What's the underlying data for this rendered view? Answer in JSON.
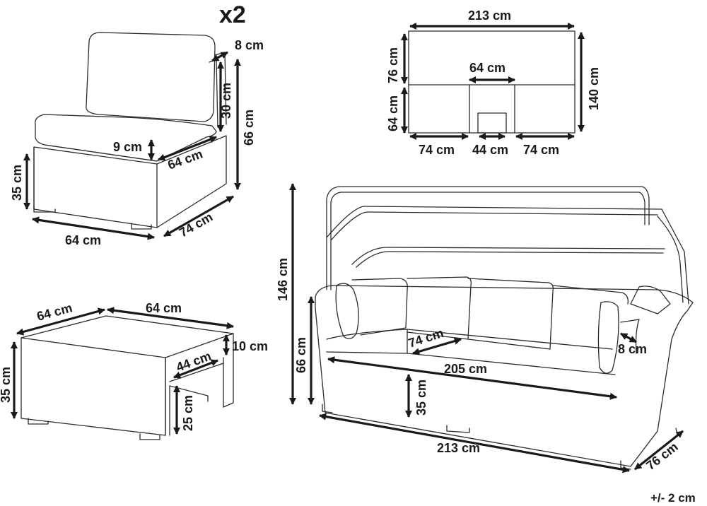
{
  "colors": {
    "line": "#2b2b2b",
    "dimension": "#1a1a1a",
    "background": "#ffffff"
  },
  "quantity_label": "x2",
  "tolerance": "+/- 2 cm",
  "chair": {
    "cushion_thickness": "8 cm",
    "backrest_height": "30 cm",
    "total_height": "66 cm",
    "seat_cushion": "9 cm",
    "seat_depth": "64 cm",
    "seat_height": "35 cm",
    "width": "64 cm",
    "depth": "74 cm"
  },
  "top_view": {
    "total_width": "213 cm",
    "back_depth": "76 cm",
    "total_depth": "140 cm",
    "table_width": "64 cm",
    "front_depth": "64 cm",
    "left_width": "74 cm",
    "center_width": "44 cm",
    "right_width": "74 cm"
  },
  "table": {
    "depth": "64 cm",
    "width": "64 cm",
    "top_thickness": "10 cm",
    "inner_depth": "44 cm",
    "height": "35 cm",
    "clearance": "25 cm"
  },
  "sofa": {
    "total_height": "146 cm",
    "back_height": "66 cm",
    "seat_depth": "74 cm",
    "arm_width": "8 cm",
    "seat_width": "205 cm",
    "seat_height": "35 cm",
    "total_width": "213 cm",
    "depth": "76 cm"
  }
}
